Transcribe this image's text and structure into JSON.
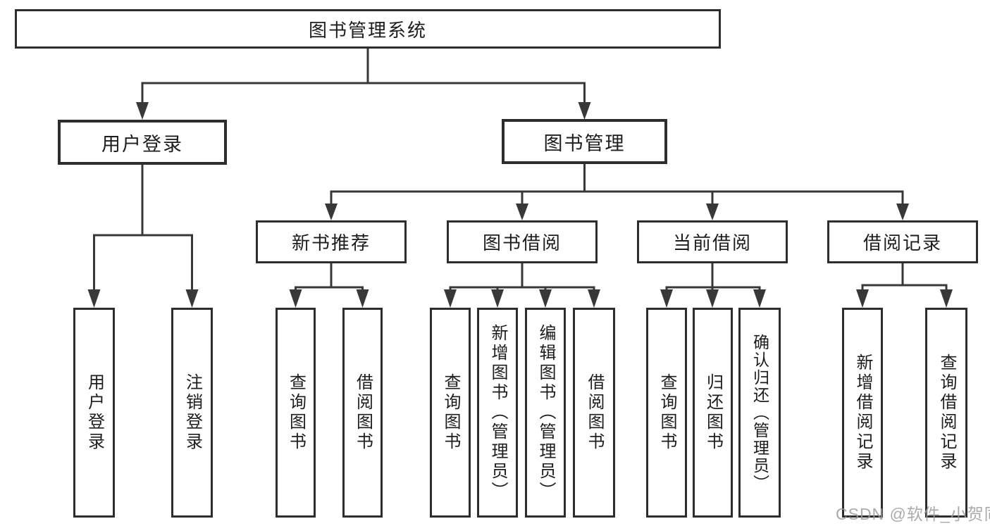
{
  "tree": {
    "label": "图书管理系统",
    "children": [
      {
        "label": "用户登录",
        "children": [
          {
            "label": "用户登录"
          },
          {
            "label": "注销登录"
          }
        ]
      },
      {
        "label": "图书管理",
        "children": [
          {
            "label": "新书推荐",
            "children": [
              {
                "label": "查询图书"
              },
              {
                "label": "借阅图书"
              }
            ]
          },
          {
            "label": "图书借阅",
            "children": [
              {
                "label": "查询图书"
              },
              {
                "label": "新增图书（管理员）"
              },
              {
                "label": "编辑图书（管理员）"
              },
              {
                "label": "借阅图书"
              }
            ]
          },
          {
            "label": "当前借阅",
            "children": [
              {
                "label": "查询图书"
              },
              {
                "label": "归还图书"
              },
              {
                "label": "确认归还（管理员）"
              }
            ]
          },
          {
            "label": "借阅记录",
            "children": [
              {
                "label": "新增借阅记录"
              },
              {
                "label": "查询借阅记录"
              }
            ]
          }
        ]
      }
    ]
  },
  "watermark": "CSDN @软件_小贺同学",
  "colors": {
    "line": "#383838",
    "border": "#2d2d2d",
    "text": "#1d1d1d",
    "watermark": "#9b9b9b",
    "background": "#ffffff"
  }
}
